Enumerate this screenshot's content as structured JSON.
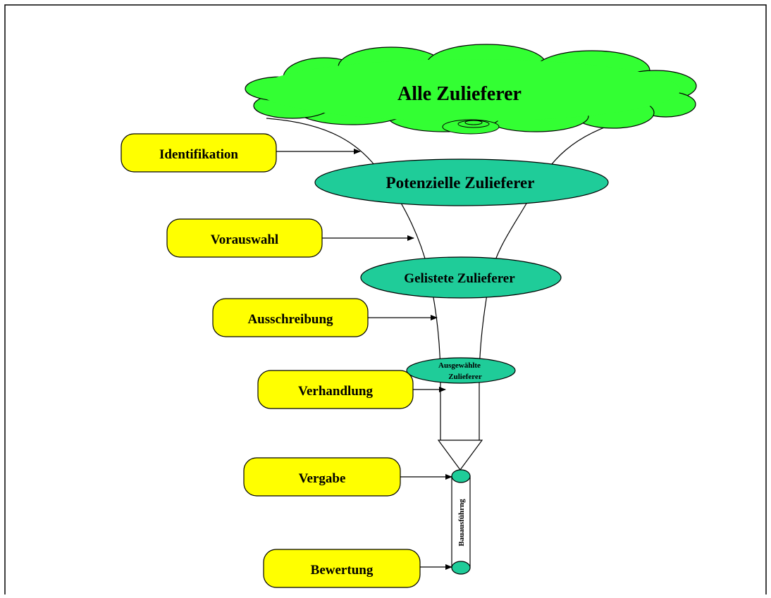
{
  "diagram": {
    "colors": {
      "cloud_fill": "#33ff33",
      "ellipse_fill": "#1fcc99",
      "box_fill": "#ffff00",
      "line": "#000000",
      "frame": "#000000"
    },
    "cloud": {
      "label": "Alle Zulieferer"
    },
    "stages": [
      {
        "label": "Potenzielle Zulieferer"
      },
      {
        "label": "Gelistete Zulieferer"
      },
      {
        "label_line1": "Ausgewählte",
        "label_line2": "Zulieferer"
      }
    ],
    "steps": [
      {
        "label": "Identifikation"
      },
      {
        "label": "Vorauswahl"
      },
      {
        "label": "Ausschreibung"
      },
      {
        "label": "Verhandlung"
      },
      {
        "label": "Vergabe"
      },
      {
        "label": "Bewertung"
      }
    ],
    "cylinder": {
      "label": "Bauausführng"
    }
  }
}
